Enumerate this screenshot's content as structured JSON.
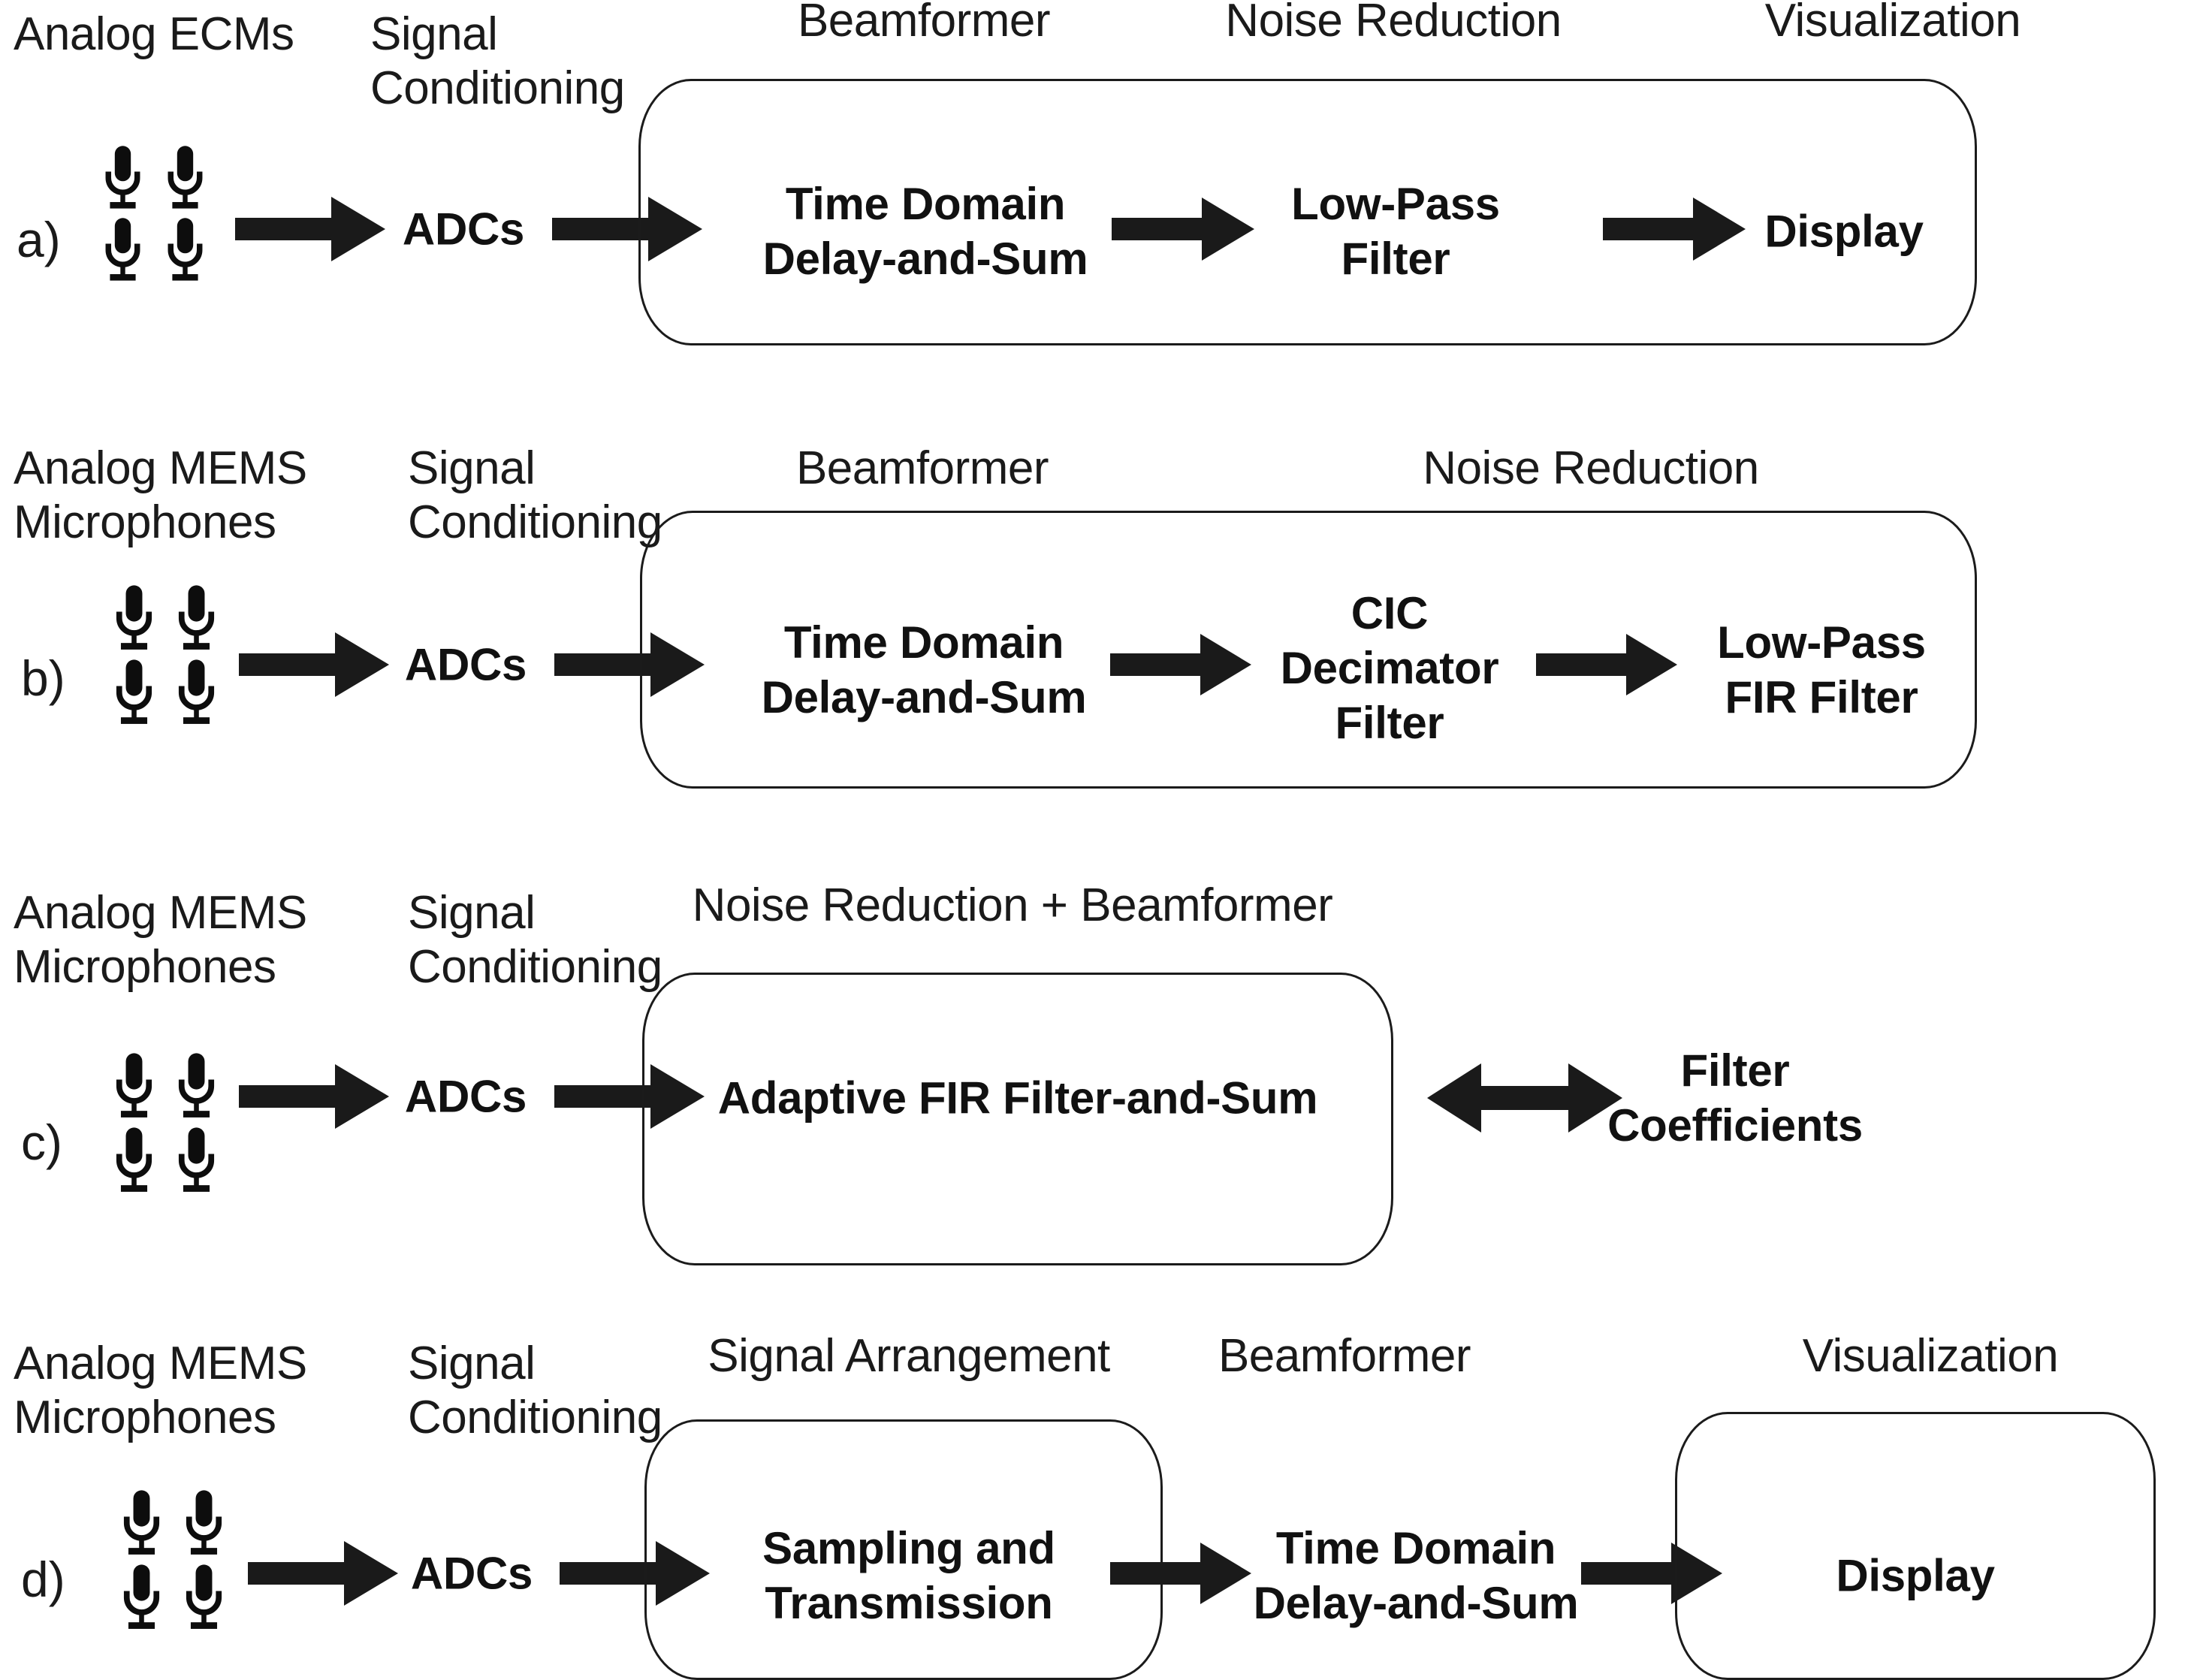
{
  "figure": {
    "type": "block-diagram",
    "description": "Four acoustic camera signal-processing chain variants",
    "ink_color": "#151515",
    "background_color": "#ffffff"
  },
  "rows": [
    {
      "index_label": "a)",
      "source_label": "Analog ECMs",
      "conditioning_caption": "Signal\nConditioning",
      "conditioning_label": "ADCs",
      "mic_count": 4,
      "captions": [
        {
          "text": "Beamformer"
        },
        {
          "text": "Noise Reduction"
        },
        {
          "text": "Visualization"
        }
      ],
      "blocks": [
        {
          "label": "Time Domain\nDelay-and-Sum"
        },
        {
          "label": "Low-Pass\nFilter"
        },
        {
          "label": "Display"
        }
      ],
      "arrows": [
        "single",
        "single",
        "single",
        "single"
      ]
    },
    {
      "index_label": "b)",
      "source_label": "Analog MEMS\nMicrophones",
      "conditioning_caption": "Signal\nConditioning",
      "conditioning_label": "ADCs",
      "mic_count": 4,
      "captions": [
        {
          "text": "Beamformer"
        },
        {
          "text": "Noise Reduction"
        }
      ],
      "blocks": [
        {
          "label": "Time Domain\nDelay-and-Sum"
        },
        {
          "label": "CIC\nDecimator\nFilter"
        },
        {
          "label": "Low-Pass\nFIR Filter"
        }
      ],
      "arrows": [
        "single",
        "single",
        "single",
        "single"
      ]
    },
    {
      "index_label": "c)",
      "source_label": "Analog MEMS\nMicrophones",
      "conditioning_caption": "Signal\nConditioning",
      "conditioning_label": "ADCs",
      "mic_count": 4,
      "captions": [
        {
          "text": "Noise Reduction + Beamformer"
        }
      ],
      "blocks": [
        {
          "label": "Adaptive FIR Filter-and-Sum"
        },
        {
          "label": "Filter\nCoefficients"
        }
      ],
      "arrows": [
        "single",
        "single",
        "double"
      ]
    },
    {
      "index_label": "d)",
      "source_label": "Analog MEMS\nMicrophones",
      "conditioning_caption": "Signal\nConditioning",
      "conditioning_label": "ADCs",
      "mic_count": 4,
      "captions": [
        {
          "text": "Signal Arrangement"
        },
        {
          "text": "Beamformer"
        },
        {
          "text": "Visualization"
        }
      ],
      "blocks": [
        {
          "label": "Sampling and\nTransmission"
        },
        {
          "label": "Time Domain\nDelay-and-Sum"
        },
        {
          "label": "Display"
        }
      ],
      "arrows": [
        "single",
        "single",
        "single",
        "single"
      ]
    }
  ],
  "icons": {
    "microphone": "microphone-icon",
    "arrow_right": "arrow-right-icon",
    "arrow_double": "arrow-left-right-icon"
  }
}
